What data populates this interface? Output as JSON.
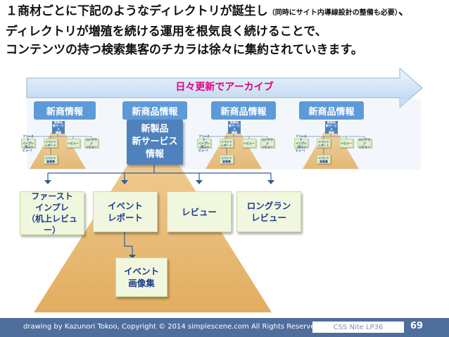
{
  "title": {
    "line1_main": "１商材ごとに下記のようなディレクトリが誕生し",
    "line1_small": "（同時にサイト内導線設計の整備も必要）",
    "line1_end": "、",
    "line2": "ディレクトリが増殖を続ける運用を根気良く続けることで、",
    "line3": "コンテンツの持つ検索集客のチカラは徐々に集約されていきます。"
  },
  "banner": {
    "label": "日々更新でアーカイブ"
  },
  "tabs": [
    "新商情報",
    "新商品情報",
    "新商品情報",
    "新商品情報"
  ],
  "mini_diagrams": [
    {
      "center": "新製品\n新サービス\n情報",
      "children": [
        "ファースト\nインプレ\n（机上レビュー）",
        "イベント\nレポート",
        "レビュー",
        "ロングラン\nレビュー"
      ],
      "bottom": "イベント\n画像集"
    },
    {
      "center": "新製品\n新サービス\n情報",
      "children": [
        "ファースト\nインプレ\n（机上レビュー）",
        "イベント\nレポート",
        "レビュー",
        "ロングラン\nレビュー"
      ],
      "bottom": "イベント\n画像集"
    },
    {
      "center": "新製品\n新サービス\n情報",
      "children": [
        "ファースト\nインプレ\n（机上レビュー）",
        "イベント\nレポート",
        "レビュー",
        "ロングラン\nレビュー"
      ],
      "bottom": "イベント\n画像集"
    }
  ],
  "main_diagram": {
    "center": "新製品\n新サービス\n情報",
    "children": [
      "ファースト\nインプレ\n（机上レビュー）",
      "イベント\nレポート",
      "レビュー",
      "ロングラン\nレビュー"
    ],
    "bottom": "イベント\n画像集"
  },
  "colors": {
    "accent": "#e4007f",
    "tab": "#5d9ad8",
    "center": "#4f81bd",
    "node_fill": "#f1f7df",
    "pyramid": "#e7b873",
    "footer": "#4f6e9c"
  },
  "footer": {
    "credit": "drawing by Kazunori Tokoo, Copyright © 2014 simplescene.com All Rights Reserved.",
    "event": "CSS Nite LP36",
    "page": "69"
  }
}
